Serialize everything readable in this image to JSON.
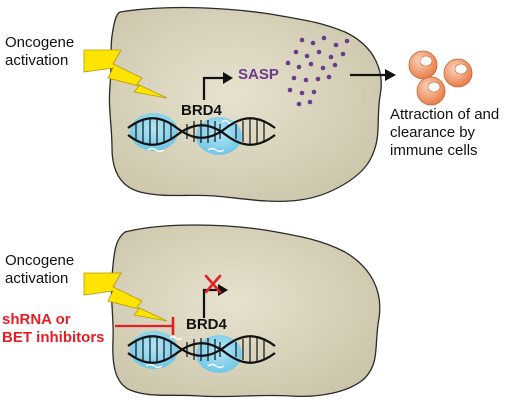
{
  "colors": {
    "cell_fill": "#dbd6bf",
    "cell_stroke": "#2a2a2a",
    "bolt": "#ffe400",
    "sasp": "#6b3a8e",
    "inhibit": "#e31e24",
    "nucleosome": "#8fd6ee",
    "immune_cell": "#f2a480"
  },
  "top_panel": {
    "oncogene_line1": "Oncogene",
    "oncogene_line2": "activation",
    "brd4": "BRD4",
    "sasp": "SASP",
    "outcome_line1": "Attraction of and",
    "outcome_line2": "clearance by",
    "outcome_line3": "immune cells"
  },
  "bottom_panel": {
    "oncogene_line1": "Oncogene",
    "oncogene_line2": "activation",
    "brd4": "BRD4",
    "inhibitor_line1": "shRNA or",
    "inhibitor_line2": "BET inhibitors"
  },
  "icons": {
    "bolt": "lightning-bolt-icon",
    "arrow": "transcription-arrow-icon",
    "block": "red-x-icon",
    "cells": "immune-cell-icon"
  }
}
